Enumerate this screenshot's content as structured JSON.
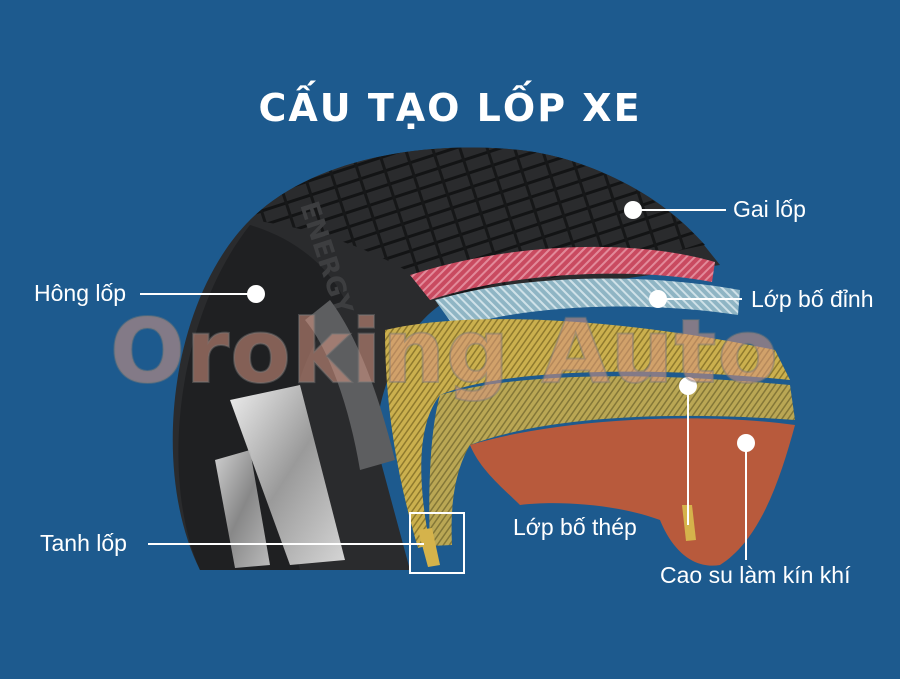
{
  "title": "CẤU TẠO LỐP XE",
  "labels": {
    "tread": "Gai lốp",
    "sidewall": "Hông lốp",
    "belt_ply": "Lớp bố đỉnh",
    "bead": "Tanh lốp",
    "steel_ply": "Lớp bố thép",
    "inner_liner": "Cao su làm kín khí"
  },
  "watermark": "Oroking Auto",
  "tire_sidewall_text": "ENERGY",
  "colors": {
    "background": "#1d5a8e",
    "tire_rubber": "#2a2b2d",
    "red_layer": "#c94a60",
    "blue_layer": "#8fb5c4",
    "yellow_ply": "#cbb04e",
    "inner_liner": "#b85a3c"
  }
}
